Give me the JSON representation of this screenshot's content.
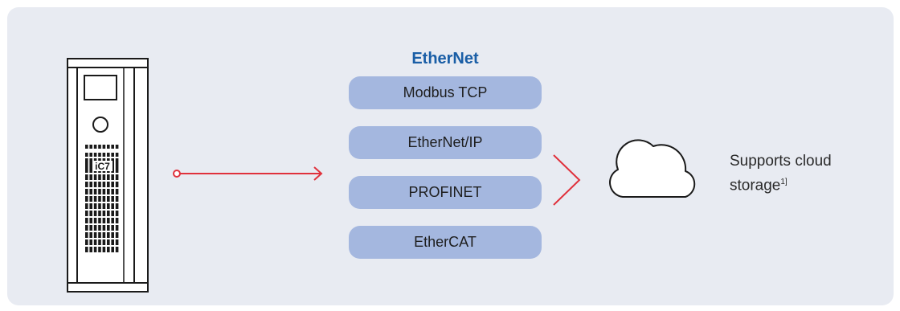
{
  "network": {
    "title": "EtherNet",
    "protocols": [
      "Modbus TCP",
      "EtherNet/IP",
      "PROFINET",
      "EtherCAT"
    ]
  },
  "device": {
    "badge": "iC7"
  },
  "cloud": {
    "text": "Supports cloud storage",
    "footnote": "1]"
  },
  "colors": {
    "panel_background": "#e8ebf2",
    "pill": "#a4b7df",
    "title": "#1a5ea6",
    "connector": "#e0313c"
  }
}
